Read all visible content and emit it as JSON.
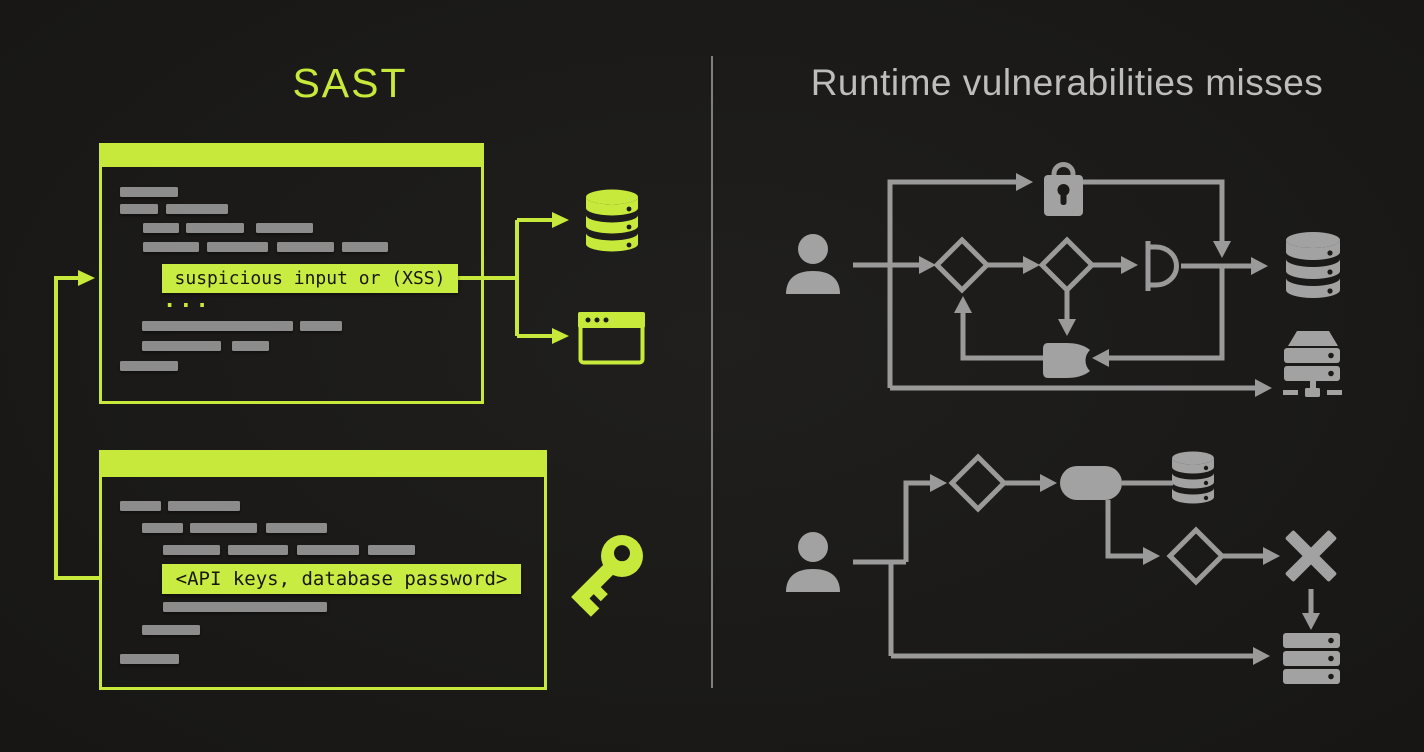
{
  "left": {
    "title": "SAST",
    "window1": {
      "highlight": "suspicious input or (XSS)",
      "ellipsis": "..."
    },
    "window2": {
      "highlight": "<API keys, database password>"
    },
    "icons": [
      "database-icon",
      "browser-window-icon",
      "key-icon"
    ]
  },
  "right": {
    "title": "Runtime vulnerabilities misses",
    "top_flow_icons": [
      "user-icon",
      "lock-icon",
      "decision-diamond",
      "decision-diamond",
      "and-gate-icon",
      "or-gate-icon",
      "database-icon",
      "server-network-icon"
    ],
    "bottom_flow_icons": [
      "user-icon",
      "decision-diamond",
      "process-pill",
      "database-icon",
      "decision-diamond",
      "x-mark-icon",
      "server-icon"
    ]
  },
  "colors": {
    "background": "#1b1a18",
    "lime": "#c6e93b",
    "code_bar_gray": "#8c8c8c",
    "flow_gray": "#9e9e9e",
    "title_gray": "#bdbdbd",
    "highlight_text": "#17170f"
  }
}
